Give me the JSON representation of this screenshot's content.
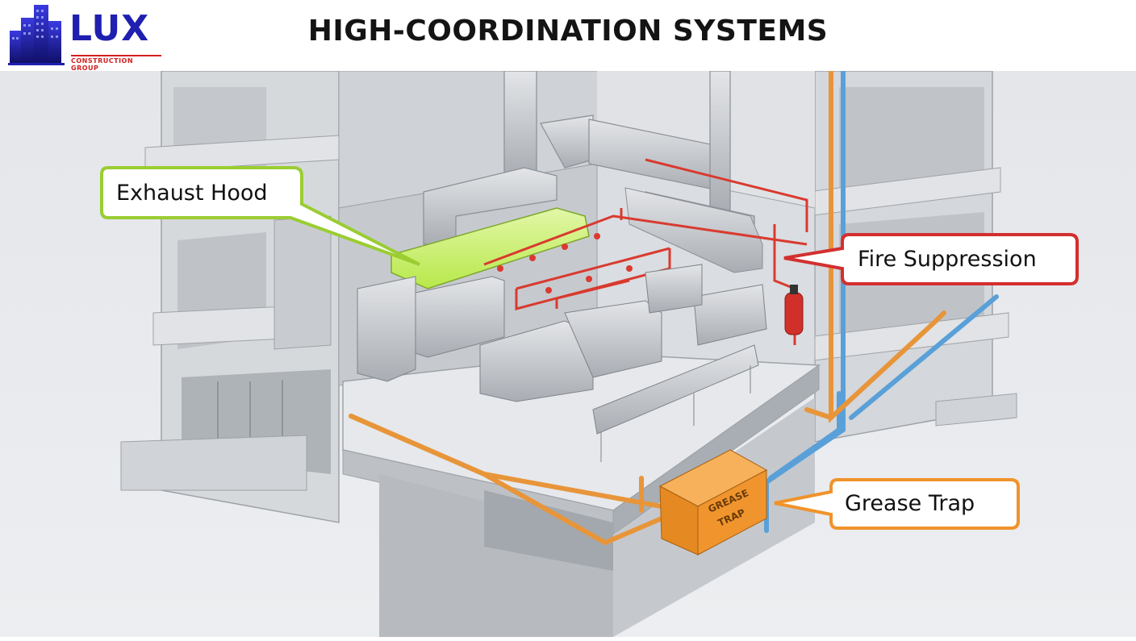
{
  "header": {
    "title": "HIGH-COORDINATION SYSTEMS",
    "logo": {
      "text": "LUX",
      "subtext": "CONSTRUCTION GROUP",
      "icon": "building-logo-icon"
    }
  },
  "callouts": [
    {
      "id": "exhaust-hood",
      "label": "Exhaust Hood",
      "color": "#9acd32"
    },
    {
      "id": "fire-suppression",
      "label": "Fire Suppression",
      "color": "#d32f2f"
    },
    {
      "id": "grease-trap",
      "label": "Grease Trap",
      "color": "#f0932b"
    }
  ],
  "illustration": {
    "grease_trap_tank_text": "GREASE\nTRAP",
    "colors": {
      "structure": "#d9dcdf",
      "structure_shadow": "#b6babf",
      "background": "#e9ebee",
      "hood_glow": "#c7ef6a",
      "sprinkler_pipe": "#d93a2f",
      "water_pipe": "#5aa0d8",
      "gas_pipe": "#e8953a",
      "grease_tank": "#f0952e",
      "stainless": "#c9ccd0"
    }
  }
}
